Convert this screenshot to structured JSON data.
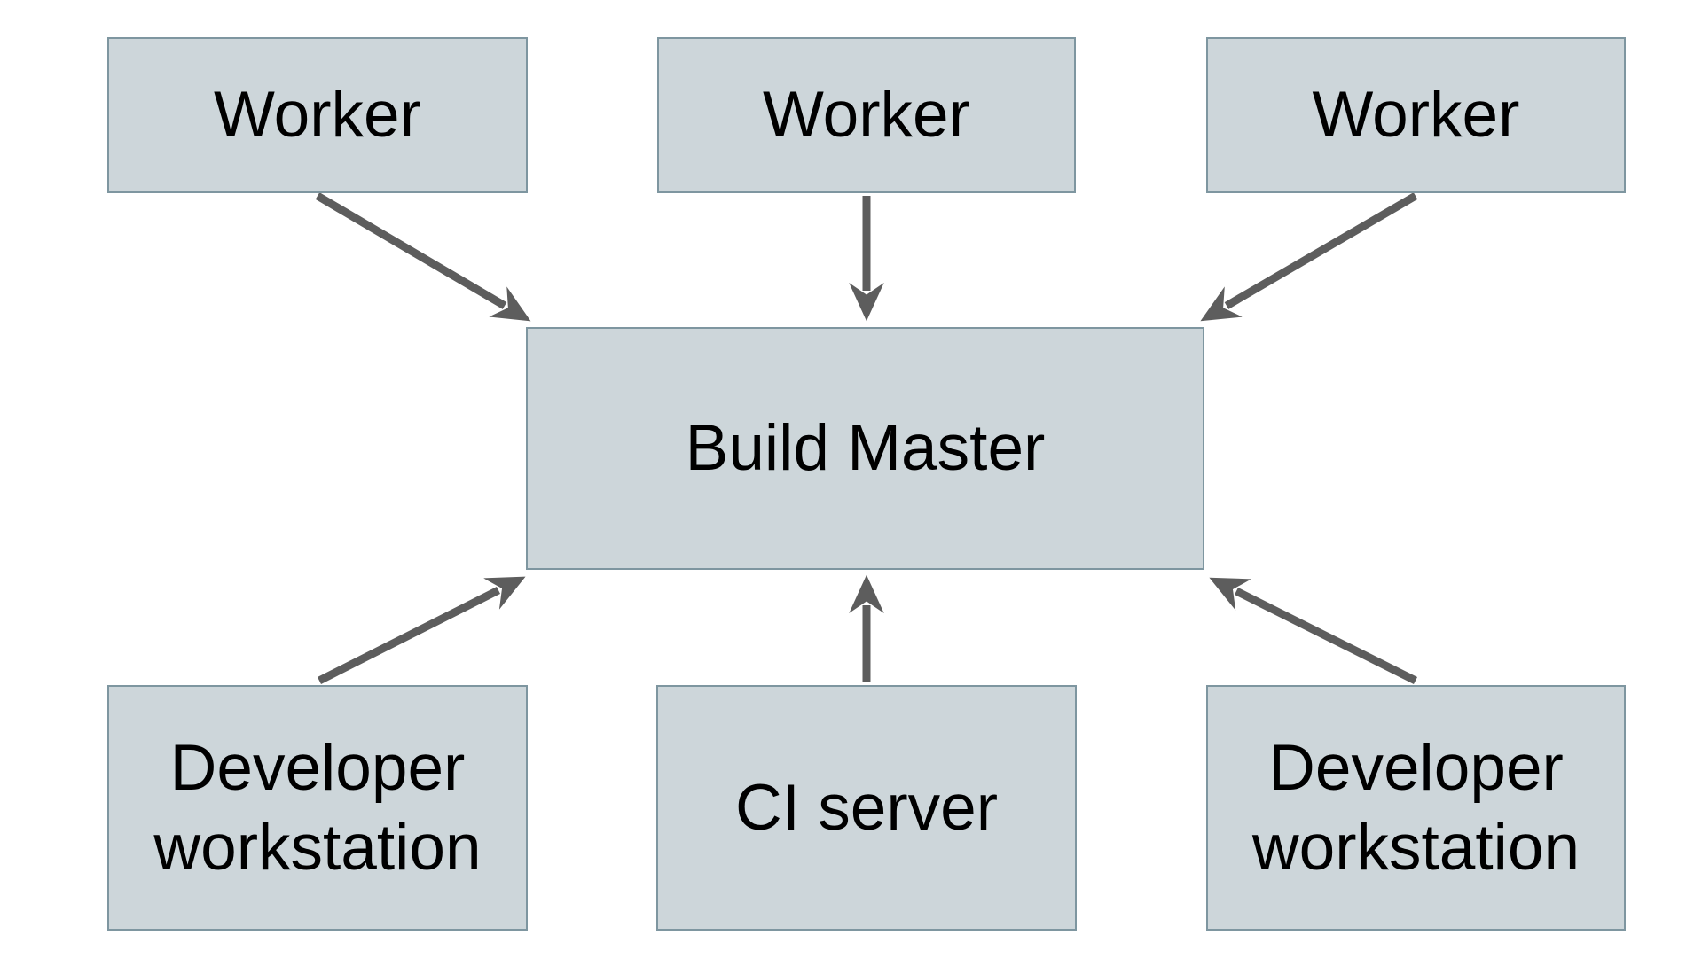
{
  "diagram": {
    "type": "architecture-diagram",
    "nodes": {
      "worker_left": {
        "label": "Worker"
      },
      "worker_middle": {
        "label": "Worker"
      },
      "worker_right": {
        "label": "Worker"
      },
      "build_master": {
        "label": "Build Master"
      },
      "dev_workstation_left": {
        "label": "Developer workstation"
      },
      "ci_server": {
        "label": "CI server"
      },
      "dev_workstation_right": {
        "label": "Developer workstation"
      }
    },
    "edges": [
      {
        "from": "worker_left",
        "to": "build_master"
      },
      {
        "from": "worker_middle",
        "to": "build_master"
      },
      {
        "from": "worker_right",
        "to": "build_master"
      },
      {
        "from": "dev_workstation_left",
        "to": "build_master"
      },
      {
        "from": "ci_server",
        "to": "build_master"
      },
      {
        "from": "dev_workstation_right",
        "to": "build_master"
      }
    ],
    "colors": {
      "node_fill": "#cdd6da",
      "node_border": "#7e96a0",
      "arrow": "#5d5d5d",
      "text": "#000000",
      "background": "#ffffff"
    }
  }
}
